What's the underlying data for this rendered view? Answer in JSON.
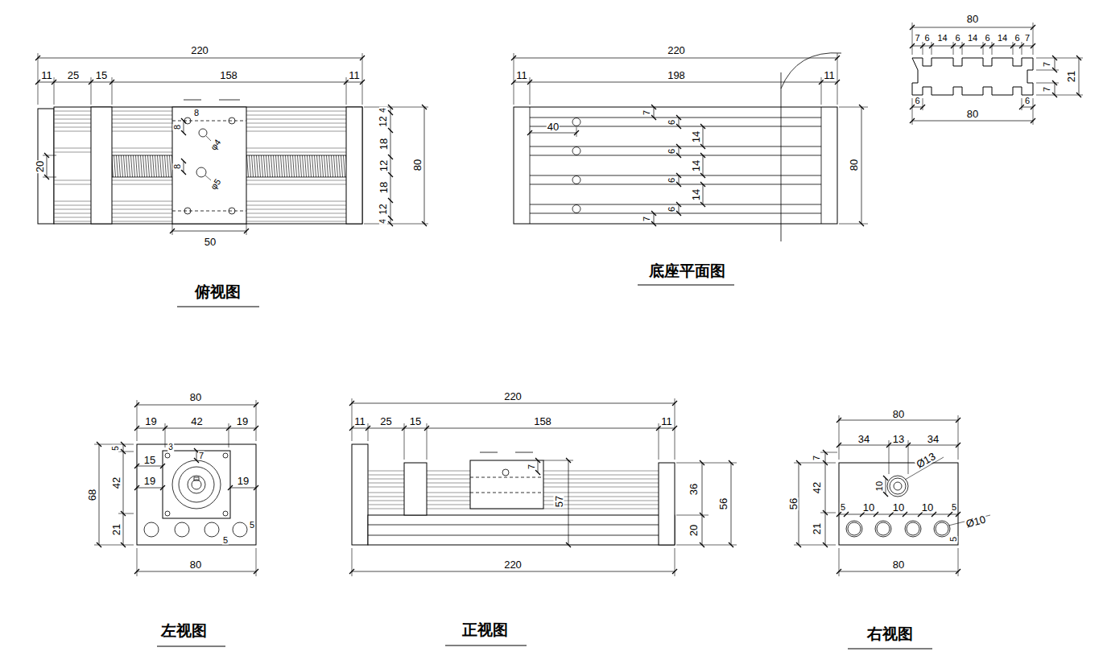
{
  "diagram": {
    "labels": [
      "220",
      "11",
      "25",
      "15",
      "158",
      "11",
      "4",
      "12",
      "18",
      "12",
      "18",
      "12",
      "4",
      "80",
      "20",
      "8",
      "8",
      "φ4",
      "8",
      "φ5",
      "50",
      "俯视图",
      "220",
      "11",
      "198",
      "11",
      "40",
      "7",
      "6",
      "14",
      "6",
      "14",
      "6",
      "14",
      "6",
      "7",
      "80",
      "底座平面图",
      "80",
      "7",
      "6",
      "14",
      "6",
      "14",
      "6",
      "14",
      "6",
      "7",
      "7",
      "7",
      "21",
      "6",
      "80",
      "6",
      "80",
      "19",
      "42",
      "19",
      "68",
      "5",
      "42",
      "21",
      "3",
      "7",
      "15",
      "19",
      "19",
      "5",
      "5",
      "80",
      "左视图",
      "220",
      "11",
      "25",
      "15",
      "158",
      "11",
      "7",
      "57",
      "36",
      "20",
      "56",
      "220",
      "正视图",
      "80",
      "34",
      "13",
      "34",
      "56",
      "7",
      "42",
      "21",
      "10",
      "Ø13",
      "5",
      "10",
      "10",
      "10",
      "5",
      "Ø10",
      "5",
      "80",
      "右视图"
    ]
  }
}
